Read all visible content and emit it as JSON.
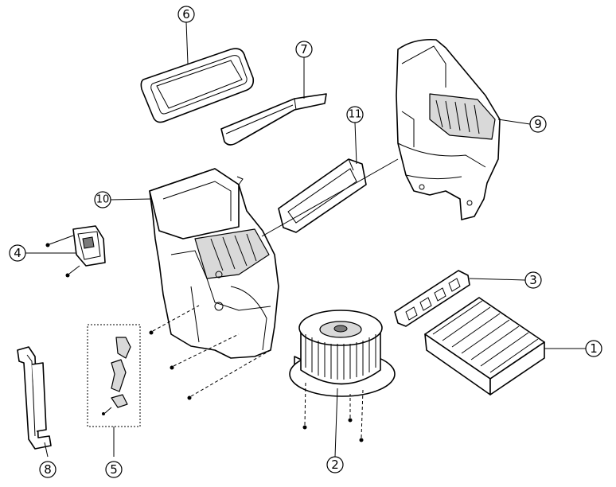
{
  "callouts": [
    {
      "id": "1",
      "label": "1"
    },
    {
      "id": "2",
      "label": "2"
    },
    {
      "id": "3",
      "label": "3"
    },
    {
      "id": "4",
      "label": "4"
    },
    {
      "id": "5",
      "label": "5"
    },
    {
      "id": "6",
      "label": "6"
    },
    {
      "id": "7",
      "label": "7"
    },
    {
      "id": "8",
      "label": "8"
    },
    {
      "id": "9",
      "label": "9"
    },
    {
      "id": "10",
      "label": "10"
    },
    {
      "id": "11",
      "label": "11"
    }
  ],
  "colors": {
    "line": "#000000",
    "shade": "#d9d9d9",
    "background": "#ffffff"
  }
}
